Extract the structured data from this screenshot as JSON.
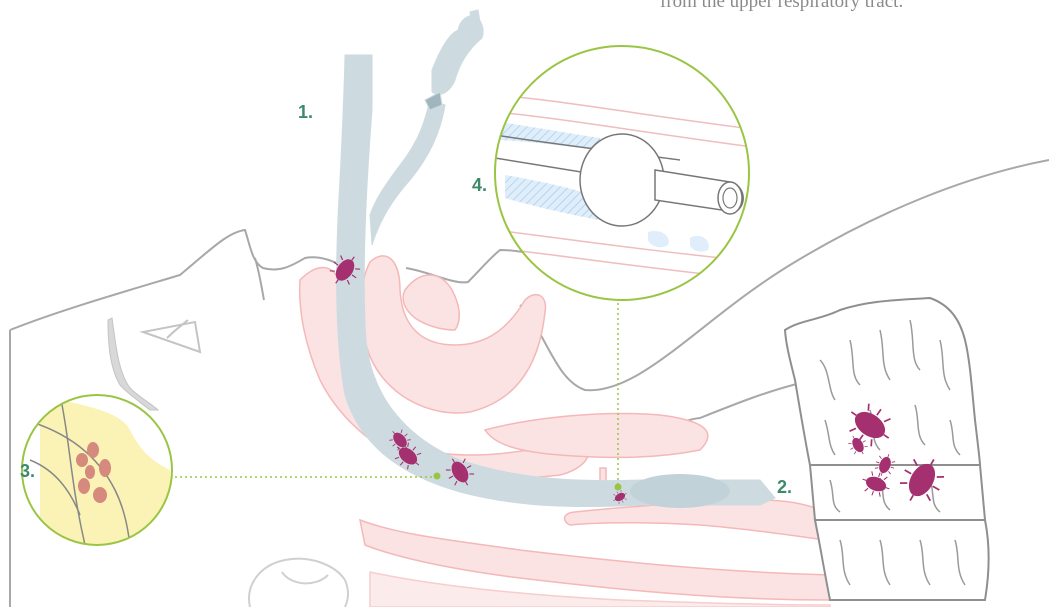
{
  "caption": "from the upper respiratory tract.",
  "labels": {
    "one": "1.",
    "two": "2.",
    "three": "3.",
    "four": "4."
  },
  "colors": {
    "label_green": "#3d8a6a",
    "tube_blue": "#c9d9e0",
    "bacteria_magenta": "#a5306f",
    "tissue_pink": "#f9d6d6",
    "mucus_yellow": "#fbf2b5",
    "zoom_circle_green": "#9ac544",
    "outline_gray": "#a8a8a8"
  }
}
